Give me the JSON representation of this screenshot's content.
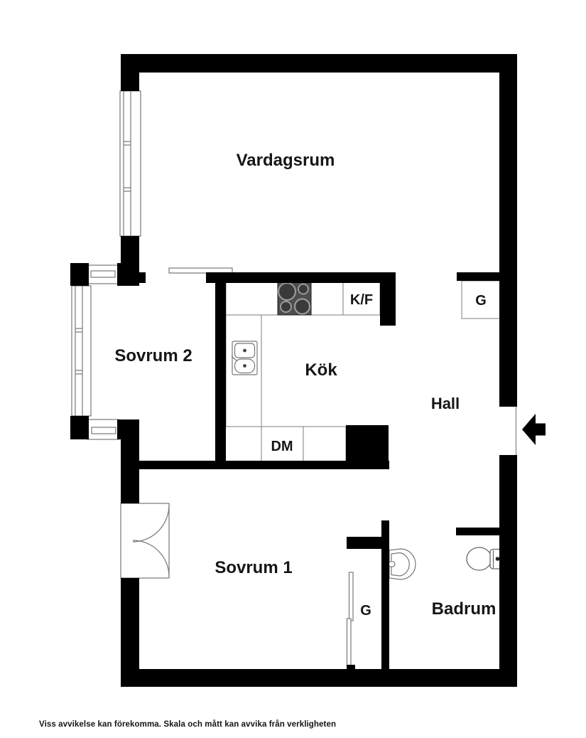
{
  "floor_plan": {
    "rooms": {
      "vardagsrum": "Vardagsrum",
      "sovrum2": "Sovrum 2",
      "kok": "Kök",
      "hall": "Hall",
      "sovrum1": "Sovrum 1",
      "badrum": "Badrum"
    },
    "fixtures": {
      "fridge_freezer": "K/F",
      "dishwasher": "DM",
      "wardrobe_hall": "G",
      "wardrobe_sovrum1": "G"
    },
    "icons": {
      "entrance": "entrance-arrow-icon",
      "stove": "stove-icon",
      "kitchen_sink": "kitchen-sink-icon",
      "bathroom_sink": "bathroom-sink-icon",
      "toilet": "toilet-icon",
      "windows": "window-icon",
      "french_door": "french-door-icon",
      "sliding_door": "sliding-door-icon"
    },
    "colors": {
      "wall": "#000000",
      "background": "#ffffff",
      "fixture_line": "#777777",
      "stove_fill": "#4d4d4d",
      "text": "#161616"
    },
    "disclaimer": "Viss avvikelse kan förekomma. Skala och mått kan avvika från verkligheten"
  }
}
